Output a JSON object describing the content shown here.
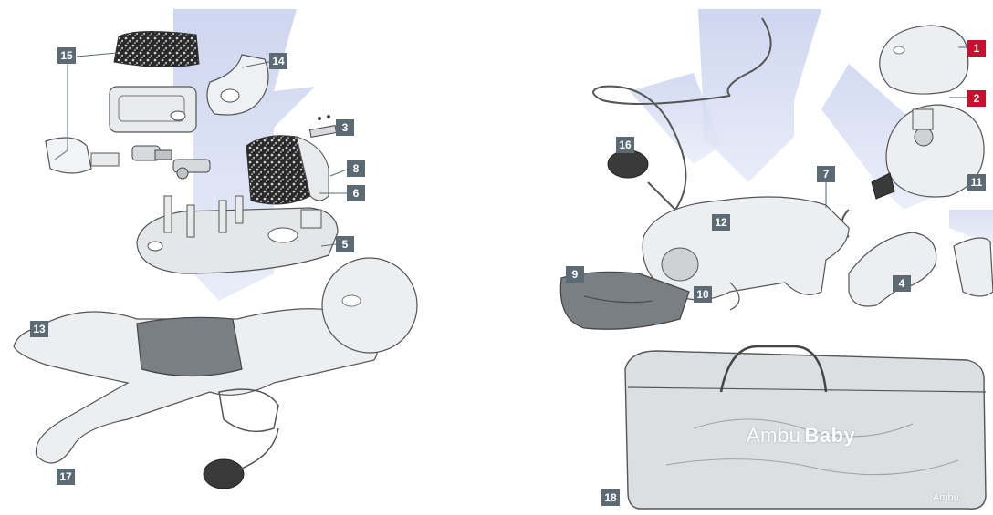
{
  "labels": {
    "l1": "1",
    "l2": "2",
    "l3": "3",
    "l4": "4",
    "l5": "5",
    "l6": "6",
    "l7": "7",
    "l8": "8",
    "l9": "9",
    "l10": "10",
    "l11": "11",
    "l12": "12",
    "l13": "13",
    "l14": "14",
    "l15": "15",
    "l16": "16",
    "l17": "17",
    "l18": "18"
  },
  "bag": {
    "brand": "Ambu",
    "product": "Baby",
    "small_brand": "Ambu"
  },
  "colors": {
    "callout_grey": "#5b6a73",
    "callout_red": "#c8102e",
    "background_arrow": "#c9d1ee",
    "line_art": "#555555",
    "part_fill": "#e9eaec",
    "vest_fill": "#7a7f84",
    "bag_fill": "#dcdfe2"
  }
}
